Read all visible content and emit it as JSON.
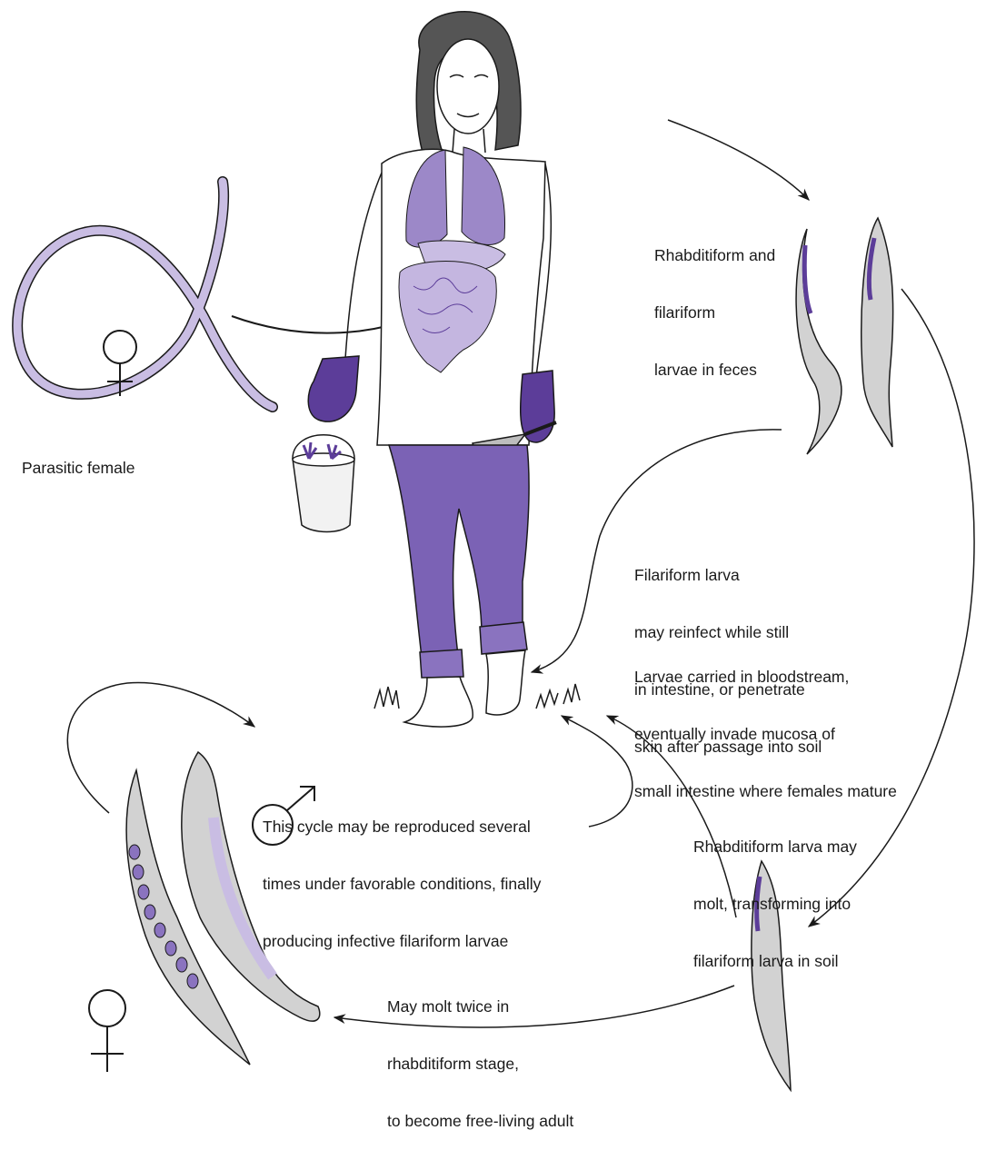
{
  "colors": {
    "purple_dark": "#5c3d99",
    "purple_mid": "#8a73bf",
    "purple_light": "#c9bde3",
    "purple_pale": "#ddd5ee",
    "gray_worm": "#d2d2d2",
    "line": "#1a1a1a"
  },
  "labels": {
    "parasitic_female": "Parasitic female",
    "larvae_feces": [
      "Rhabditiform and",
      "filariform",
      "larvae in feces"
    ],
    "reinfect": [
      "Filariform larva",
      "may reinfect while still",
      "in intestine, or penetrate",
      "skin after passage into soil"
    ],
    "bloodstream": [
      "Larvae carried in bloodstream,",
      "eventually invade mucosa of",
      "small intestine where females mature"
    ],
    "cycle": [
      "This cycle may be reproduced several",
      "times under favorable conditions, finally",
      "producing infective filariform larvae"
    ],
    "molt_soil": [
      "Rhabditiform larva may",
      "molt, transforming into",
      "filariform larva in soil"
    ],
    "molt_twice": [
      "May molt twice in",
      "rhabditiform stage,",
      "to become free-living adult"
    ]
  },
  "symbols": {
    "female_parasitic": "female-symbol",
    "female_free_living": "female-symbol",
    "male_free_living": "male-symbol"
  }
}
